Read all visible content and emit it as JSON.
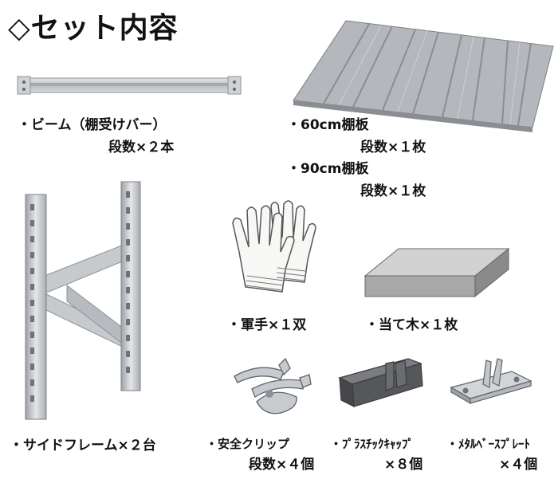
{
  "title": "◇セット内容",
  "items": {
    "beam": {
      "name": "・ビーム（棚受けバー）",
      "qty": "段数×２本"
    },
    "shelf60": {
      "name": "・60cm棚板",
      "qty": "段数×１枚"
    },
    "shelf90": {
      "name": "・90cm棚板",
      "qty": "段数×１枚"
    },
    "gloves": {
      "name": "・軍手×１双"
    },
    "block": {
      "name": "・当て木×１枚"
    },
    "frame": {
      "name": "・サイドフレーム×２台"
    },
    "clip": {
      "name": "・安全クリップ",
      "qty": "段数×４個"
    },
    "cap": {
      "name": "・ﾌﾟﾗｽﾁｯｸｷｬｯﾌﾟ",
      "qty": "×８個"
    },
    "plate": {
      "name": "・ﾒﾀﾙﾍﾞｰｽﾌﾟﾚｰﾄ",
      "qty": "×４個"
    }
  },
  "colors": {
    "metal": "#c9ccd0",
    "metal_dark": "#8e9298",
    "plastic": "#5d5f63",
    "wood": "#9a9a9a"
  }
}
